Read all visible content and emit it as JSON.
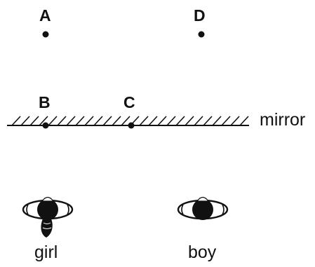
{
  "points": {
    "A": "A",
    "B": "B",
    "C": "C",
    "D": "D"
  },
  "mirror_label": "mirror",
  "people": {
    "girl": "girl",
    "boy": "boy"
  },
  "colors": {
    "ink": "#111111",
    "background": "#ffffff"
  }
}
